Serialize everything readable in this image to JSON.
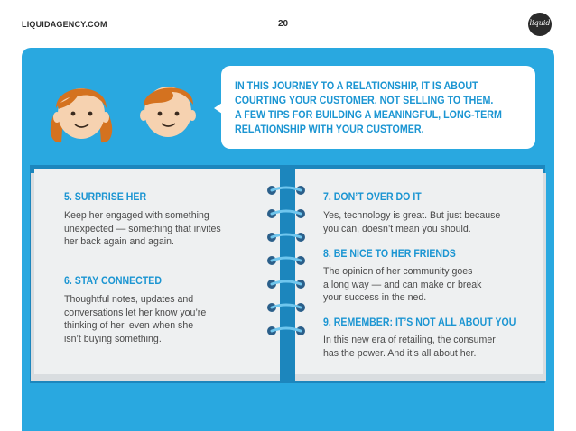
{
  "header": {
    "site": "LIQUIDAGENCY.COM",
    "page_number": "20",
    "logo_text": "liquid"
  },
  "intro": {
    "lines": [
      "IN THIS JOURNEY TO A RELATIONSHIP, IT IS ABOUT",
      "COURTING YOUR CUSTOMER, NOT SELLING TO THEM.",
      "A FEW TIPS FOR BUILDING A MEANINGFUL, LONG-TERM",
      "RELATIONSHIP WITH YOUR CUSTOMER."
    ]
  },
  "tips": {
    "t5": {
      "title": "5. SURPRISE HER",
      "body": [
        "Keep her engaged with something",
        "unexpected — something that invites",
        "her back again and again."
      ]
    },
    "t6": {
      "title": "6. STAY CONNECTED",
      "body": [
        "Thoughtful notes, updates and",
        "conversations let her know you’re",
        "thinking of her, even when she",
        "isn’t buying something."
      ]
    },
    "t7": {
      "title": "7. DON’T OVER DO IT",
      "body": [
        "Yes, technology is great. But just because",
        "you can, doesn’t mean you should."
      ]
    },
    "t8": {
      "title": "8. BE NICE TO HER FRIENDS",
      "body": [
        "The opinion of her community goes",
        "a long way — and can make or break",
        "your success in the ned."
      ]
    },
    "t9": {
      "title": "9. REMEMBER: IT’S NOT ALL ABOUT YOU",
      "body": [
        "In this new era of retailing, the consumer",
        "has the power. And it’s all about her."
      ]
    }
  },
  "colors": {
    "panel_blue": "#29a8e0",
    "title_blue": "#1b95d2",
    "page": "#eef0f1",
    "hair": "#d4721f",
    "skin": "#f6d2b0"
  }
}
